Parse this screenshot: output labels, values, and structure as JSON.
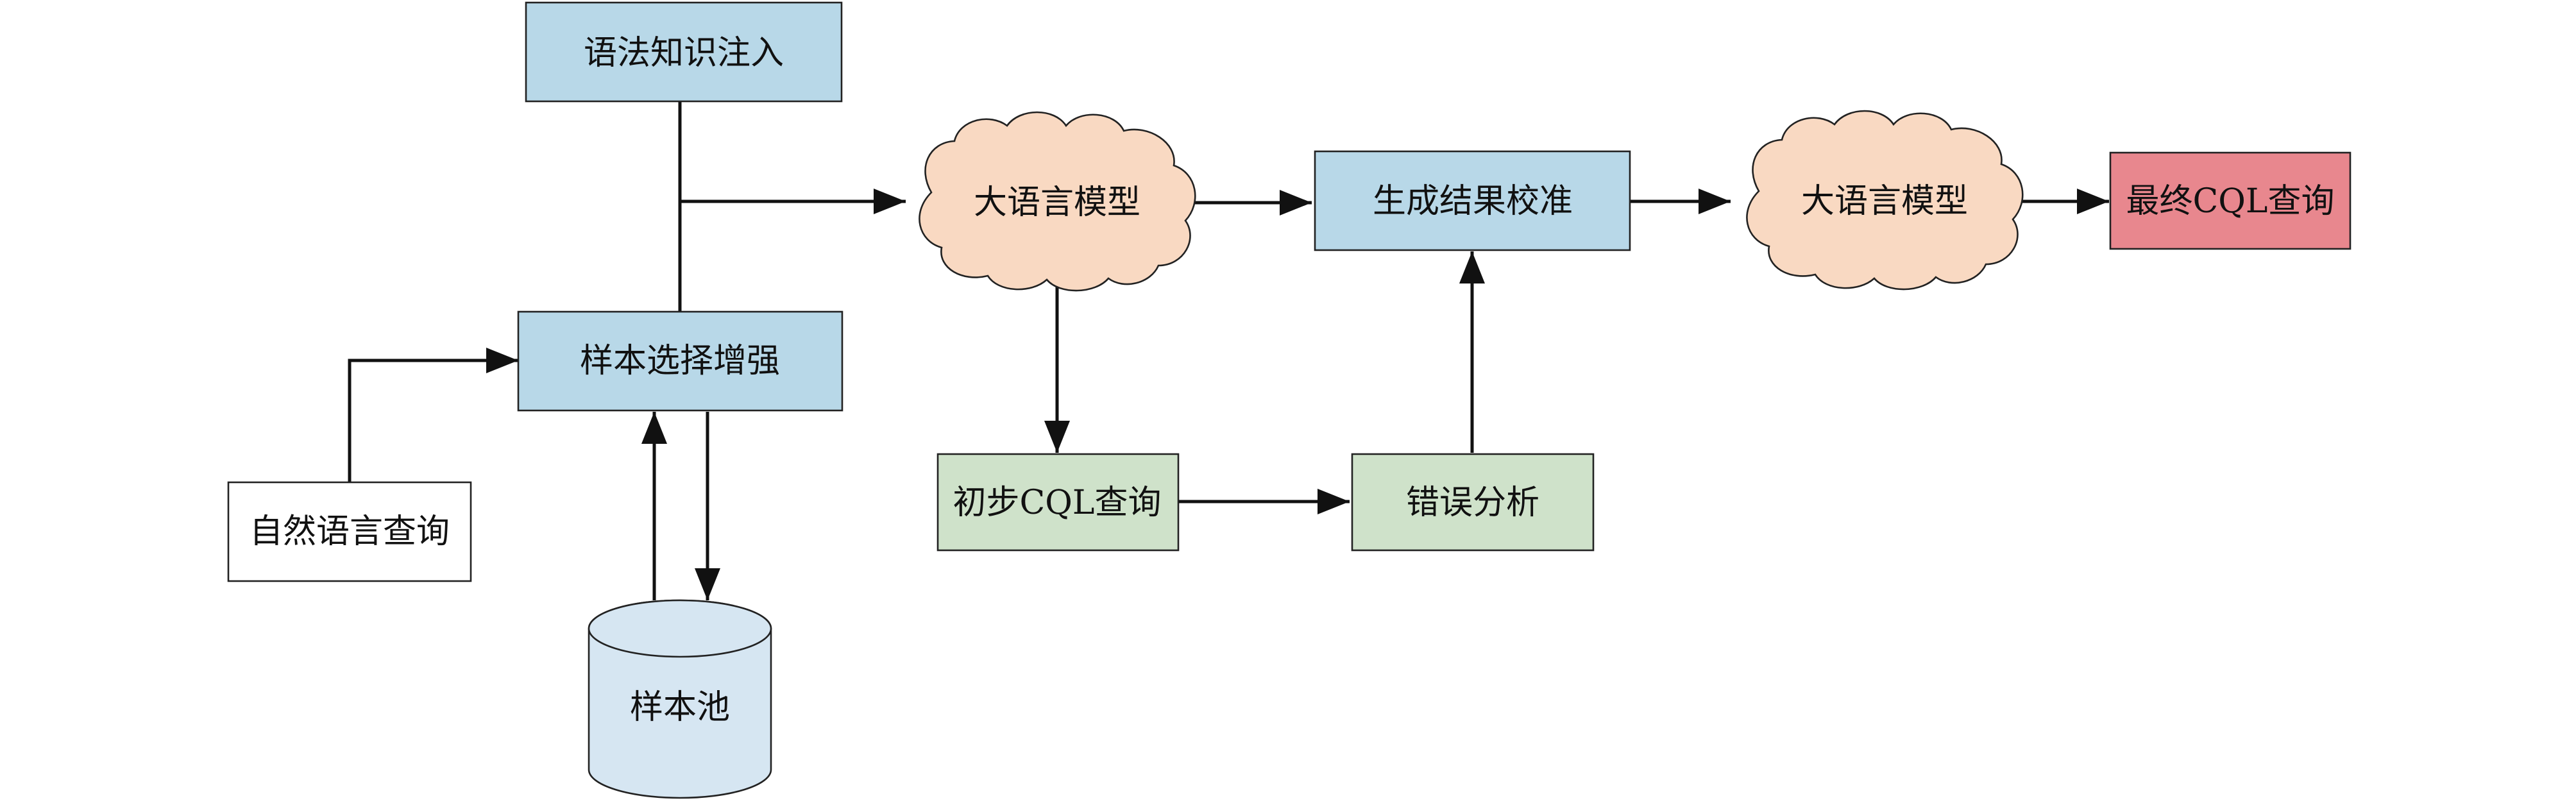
{
  "diagram": {
    "nodes": {
      "grammar_injection": {
        "label": "语法知识注入",
        "color": "#b8d8e8"
      },
      "sample_selection": {
        "label": "样本选择增强",
        "color": "#b8d8e8"
      },
      "natural_query": {
        "label": "自然语言查询",
        "color": "#ffffff"
      },
      "sample_pool": {
        "label": "样本池",
        "color": "#d6e6f2"
      },
      "llm_1": {
        "label": "大语言模型",
        "color": "#f9d9c2"
      },
      "initial_cql": {
        "label": "初步CQL查询",
        "color": "#cfe2ca"
      },
      "error_analysis": {
        "label": "错误分析",
        "color": "#cfe2ca"
      },
      "calibration": {
        "label": "生成结果校准",
        "color": "#b8d8e8"
      },
      "llm_2": {
        "label": "大语言模型",
        "color": "#f9d9c2"
      },
      "final_cql": {
        "label": "最终CQL查询",
        "color": "#e8878e"
      }
    },
    "edge_color": "#111111"
  }
}
